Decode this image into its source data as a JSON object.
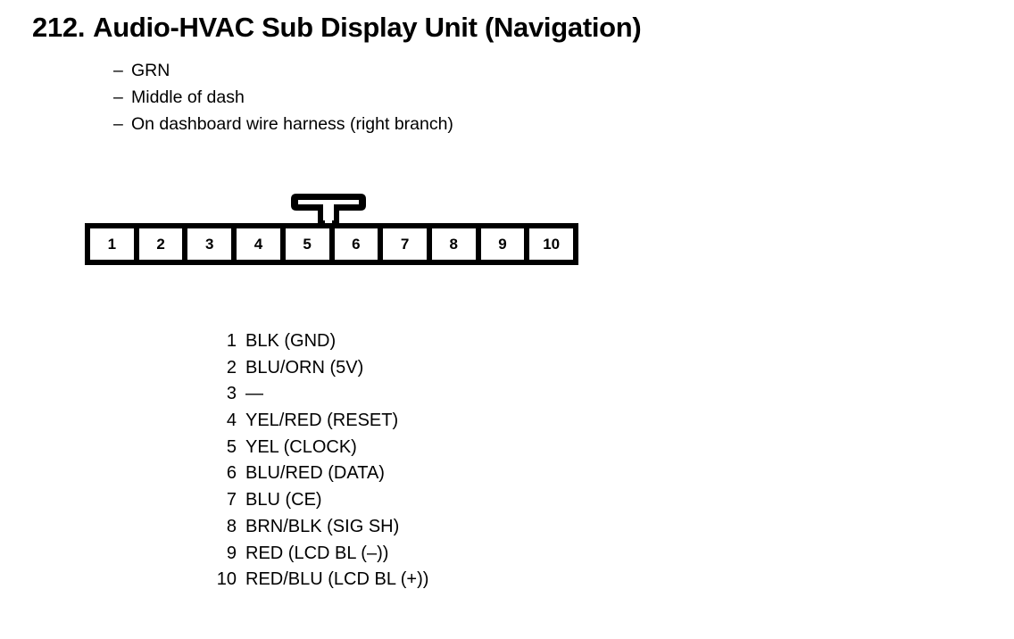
{
  "title": {
    "number": "212.",
    "name": "Audio-HVAC Sub Display Unit (Navigation)"
  },
  "notes": {
    "dash": "–",
    "lines": [
      "GRN",
      "Middle of dash",
      "On dashboard wire harness (right branch)"
    ]
  },
  "connector": {
    "pin_count": 10,
    "tab_position": "between pins 5 and 6",
    "cells": [
      "1",
      "2",
      "3",
      "4",
      "5",
      "6",
      "7",
      "8",
      "9",
      "10"
    ]
  },
  "pin_list": [
    {
      "pin": "1",
      "label": "BLK (GND)"
    },
    {
      "pin": "2",
      "label": "BLU/ORN (5V)"
    },
    {
      "pin": "3",
      "label": "—"
    },
    {
      "pin": "4",
      "label": "YEL/RED (RESET)"
    },
    {
      "pin": "5",
      "label": "YEL (CLOCK)"
    },
    {
      "pin": "6",
      "label": "BLU/RED (DATA)"
    },
    {
      "pin": "7",
      "label": "BLU (CE)"
    },
    {
      "pin": "8",
      "label": "BRN/BLK (SIG SH)"
    },
    {
      "pin": "9",
      "label": "RED (LCD BL (–))"
    },
    {
      "pin": "10",
      "label": "RED/BLU (LCD BL (+))"
    }
  ],
  "colors": {
    "ink": "#000000",
    "paper": "#ffffff"
  }
}
